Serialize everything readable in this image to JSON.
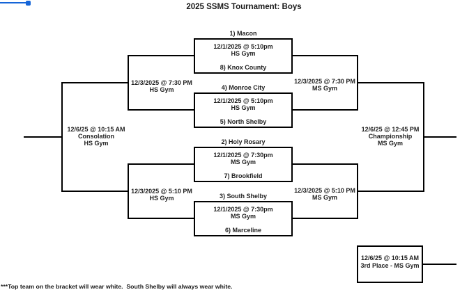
{
  "title": "2025 SSMS Tournament: Boys",
  "colors": {
    "accent_blue": "#1565d8",
    "line_color": "#000000",
    "text_color": "#1f1f1f"
  },
  "annotation": {
    "type": "blue-line-with-handle"
  },
  "bracket": {
    "games": [
      {
        "team_top": "1) Macon",
        "datetime": "12/1/2025 @ 5:10pm",
        "venue": "HS Gym",
        "team_bottom": "8) Knox County"
      },
      {
        "team_top": "4) Monroe City",
        "datetime": "12/1/2025 @ 5:10pm",
        "venue": "HS Gym",
        "team_bottom": "5) North Shelby"
      },
      {
        "team_top": "2) Holy Rosary",
        "datetime": "12/1/2025 @ 7:30pm",
        "venue": "MS Gym",
        "team_bottom": "7) Brookfield"
      },
      {
        "team_top": "3) South Shelby",
        "datetime": "12/1/2025 @ 7:30pm",
        "venue": "MS Gym",
        "team_bottom": "6) Marceline"
      }
    ],
    "semifinals": {
      "left_top": {
        "datetime": "12/3/2025 @ 7:30 PM",
        "venue": "HS Gym"
      },
      "left_bottom": {
        "datetime": "12/3/2025 @ 5:10 PM",
        "venue": "HS Gym"
      },
      "right_top": {
        "datetime": "12/3/2025 @ 7:30 PM",
        "venue": "MS Gym"
      },
      "right_bottom": {
        "datetime": "12/3/2025 @ 5:10 PM",
        "venue": "MS Gym"
      }
    },
    "consolation": {
      "datetime": "12/6/25 @ 10:15 AM",
      "label": "Consolation",
      "venue": "HS Gym"
    },
    "championship": {
      "datetime": "12/6/25 @ 12:45 PM",
      "label": "Championship",
      "venue": "MS Gym"
    },
    "third_place": {
      "datetime": "12/6/25 @ 10:15 AM",
      "label": "3rd Place - MS Gym"
    }
  },
  "footnote": "***Top team on the bracket will wear white.  South Shelby will always wear white."
}
